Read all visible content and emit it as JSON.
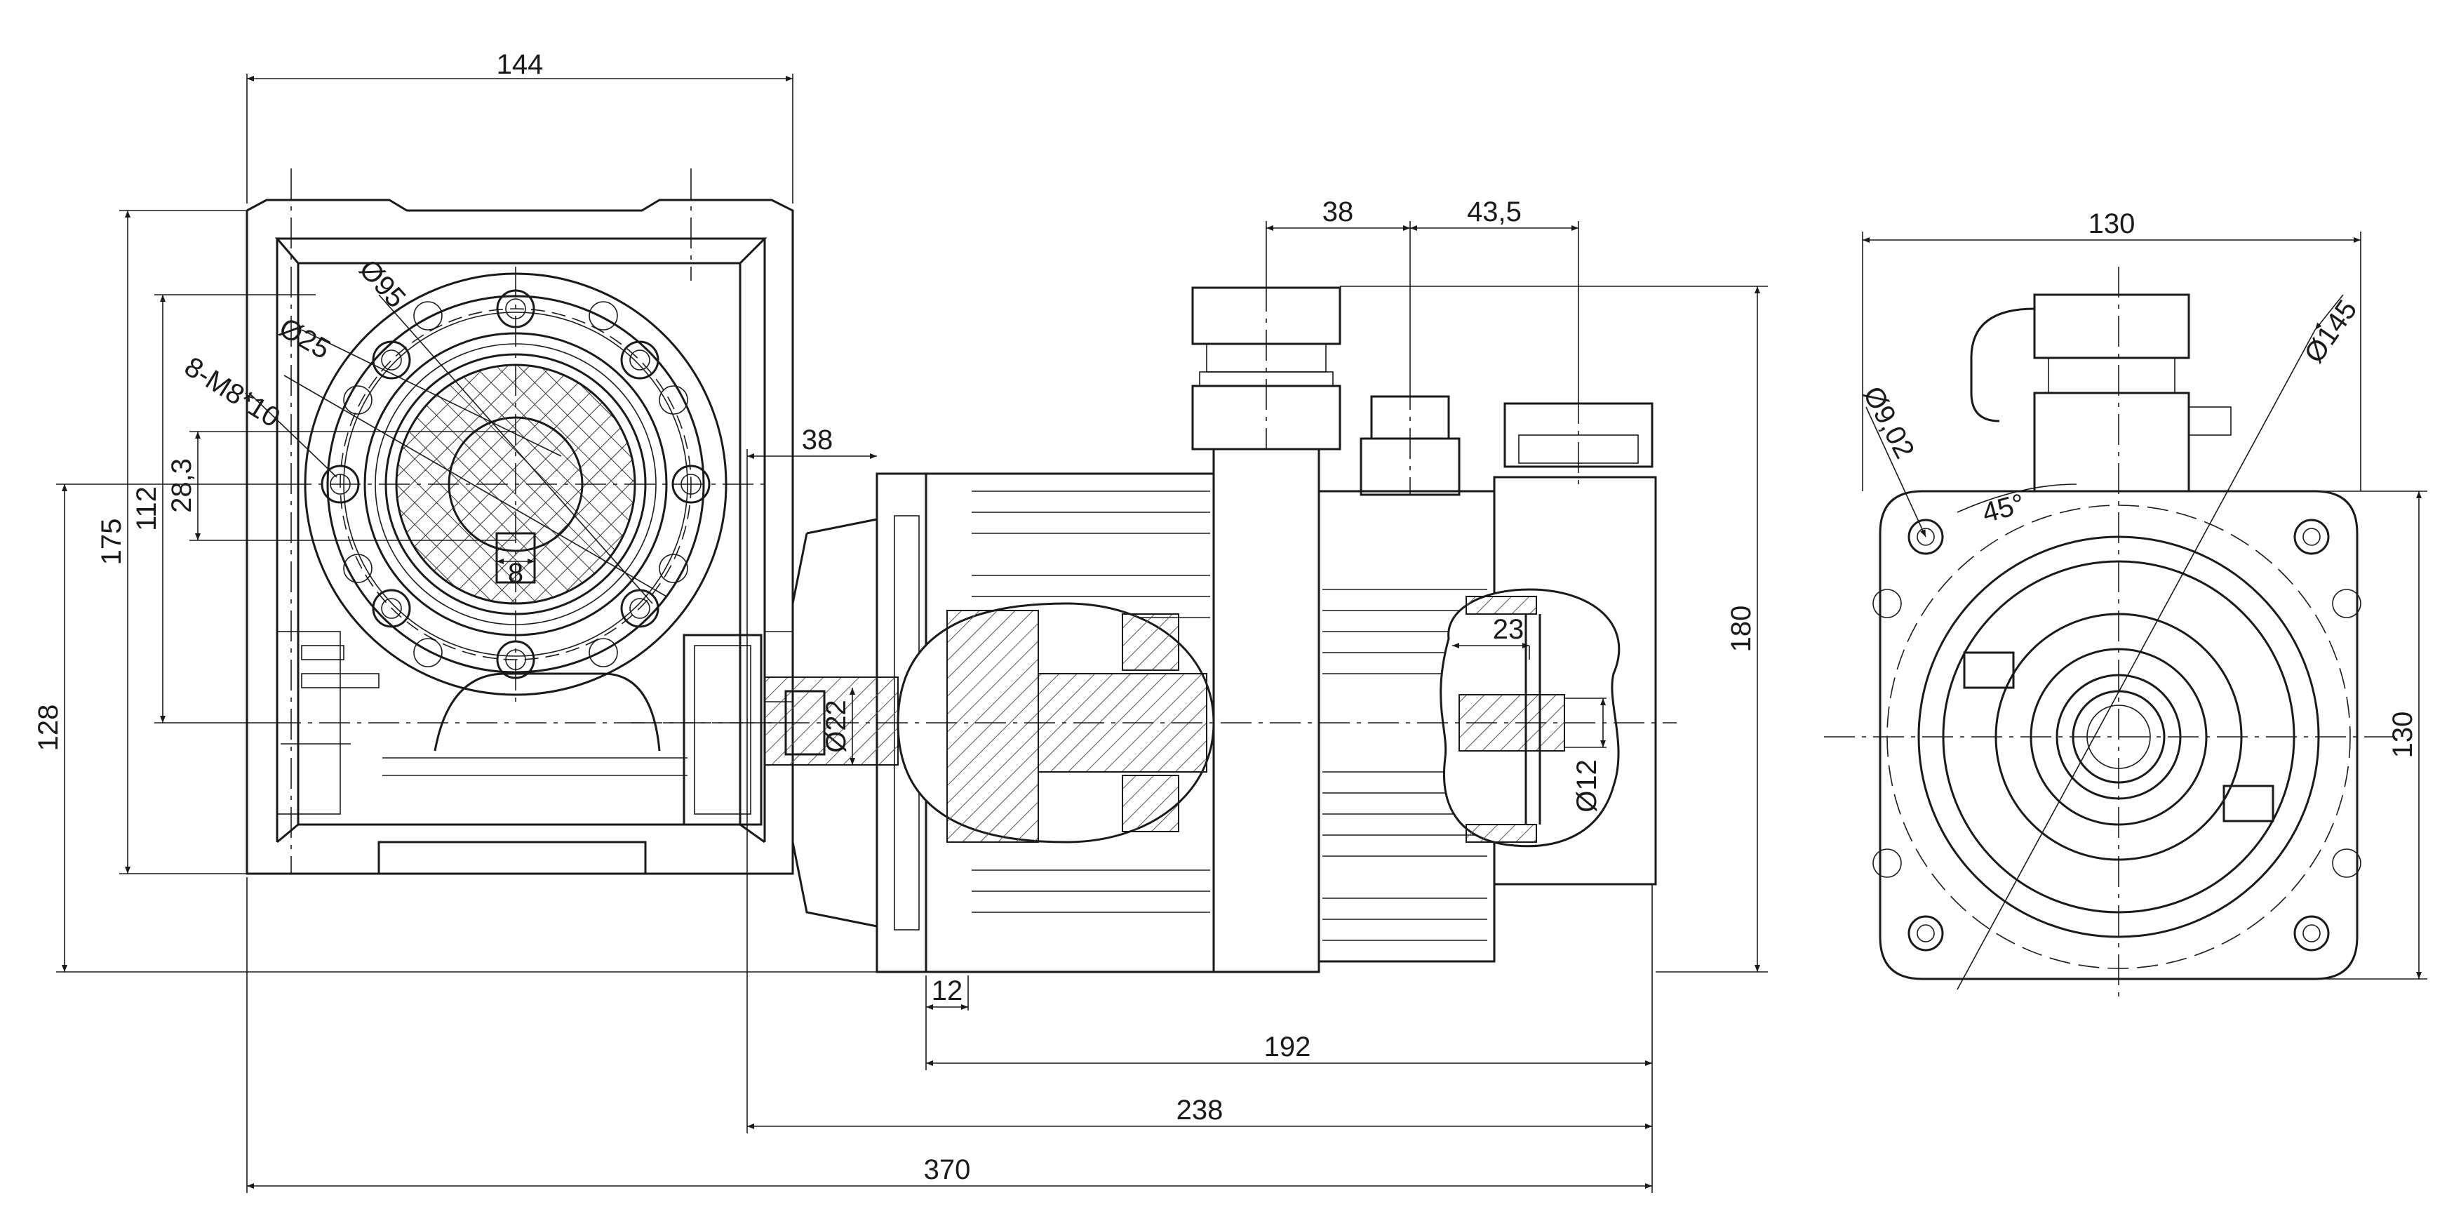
{
  "colors": {
    "line": "#1a1a1a",
    "hatch": "#555555",
    "background": "#ffffff"
  },
  "dimensions": {
    "gearbox_width": "144",
    "gearbox_height": "128",
    "flange_bolt_height": "175",
    "bore_centre_height": "112",
    "keyway_depth": "28,3",
    "key_width": "8",
    "pcd": "Ø95",
    "output_bore": "Ø25",
    "thread_holes": "8-M8*10",
    "input_offset": "38",
    "motor_shaft": "Ø22",
    "connector_spacing_1": "38",
    "connector_spacing_2": "43,5",
    "motor_height": "180",
    "encoder_shaft_length": "23",
    "encoder_shaft": "Ø12",
    "flange_thickness": "12",
    "motor_length": "192",
    "motor_gearbox_length": "238",
    "overall_length": "370",
    "end_view_width": "130",
    "end_view_height": "130",
    "end_view_pcd": "Ø145",
    "end_view_hole": "Ø9,02",
    "hole_angle": "45°"
  }
}
